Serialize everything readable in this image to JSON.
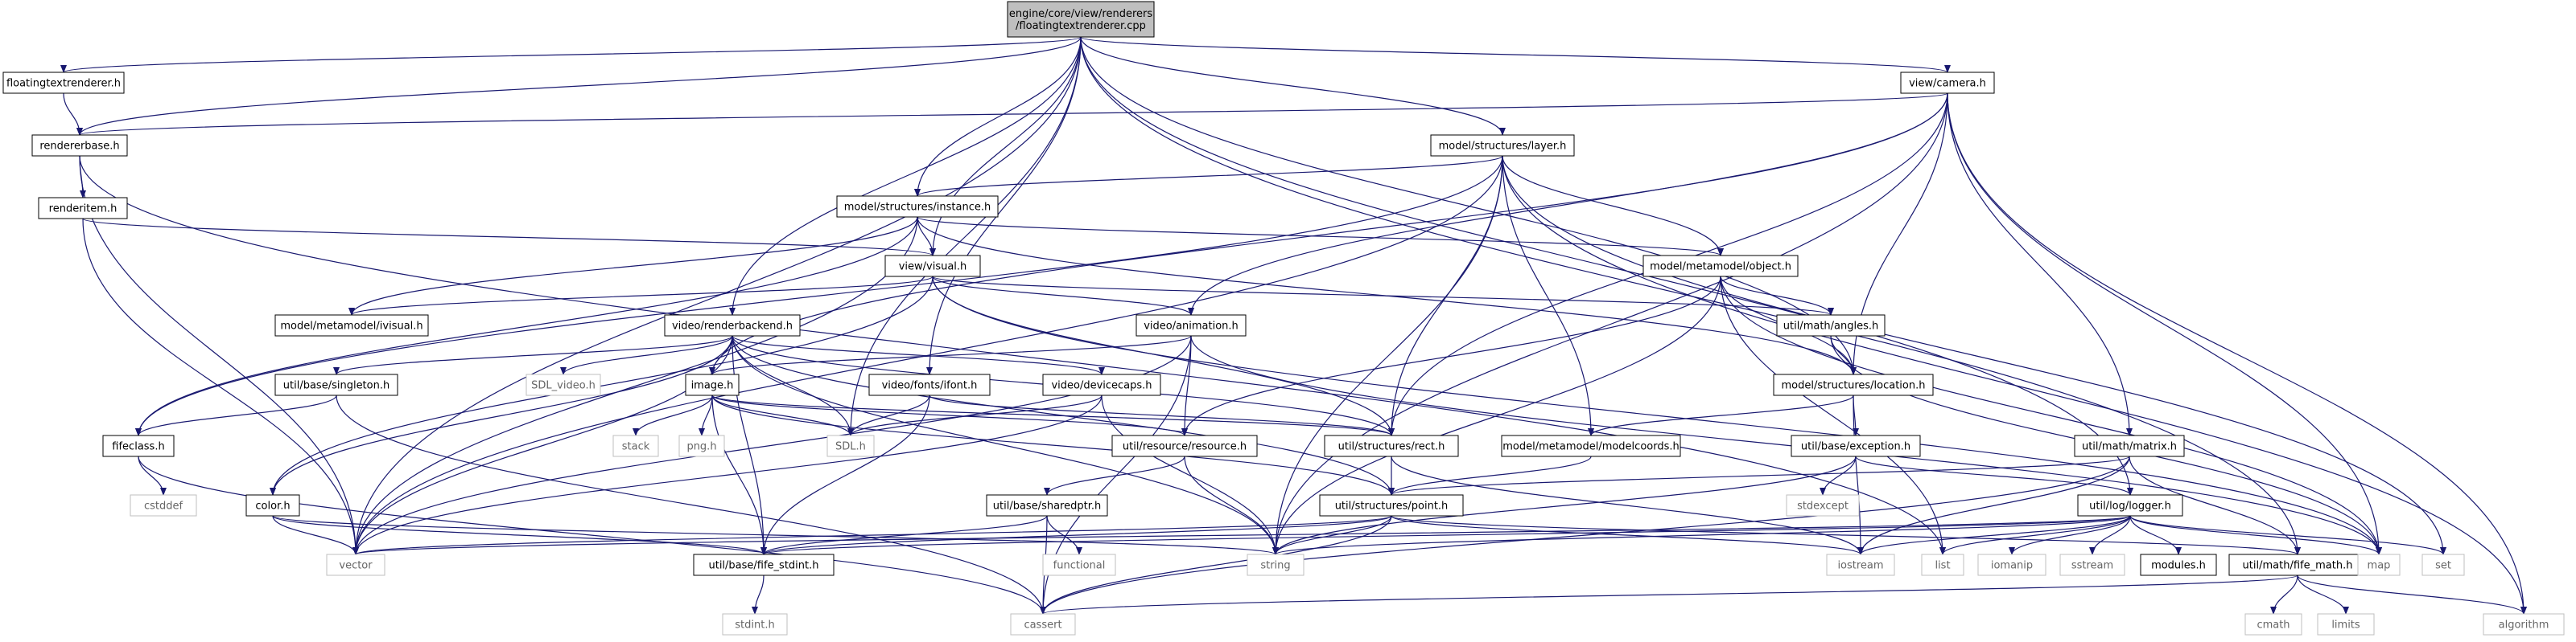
{
  "colors": {
    "root_fill": "#bfbfbf",
    "node_fill": "#ffffff",
    "node_stroke": "#000000",
    "external_stroke": "#bfbfbf",
    "external_text": "#666666",
    "edge": "#191970"
  },
  "nodes": [
    {
      "id": "root",
      "lines": [
        "engine/core/view/renderers",
        "/floatingtextrenderer.cpp"
      ],
      "kind": "root"
    },
    {
      "id": "floatingtextrenderer_h",
      "lines": [
        "floatingtextrenderer.h"
      ],
      "kind": "local"
    },
    {
      "id": "rendererbase_h",
      "lines": [
        "rendererbase.h"
      ],
      "kind": "local"
    },
    {
      "id": "renderitem_h",
      "lines": [
        "renderitem.h"
      ],
      "kind": "local"
    },
    {
      "id": "instance_h",
      "lines": [
        "model/structures/instance.h"
      ],
      "kind": "local"
    },
    {
      "id": "visual_h",
      "lines": [
        "view/visual.h"
      ],
      "kind": "local"
    },
    {
      "id": "ivisual_h",
      "lines": [
        "model/metamodel/ivisual.h"
      ],
      "kind": "local"
    },
    {
      "id": "renderbackend_h",
      "lines": [
        "video/renderbackend.h"
      ],
      "kind": "local"
    },
    {
      "id": "camera_h",
      "lines": [
        "view/camera.h"
      ],
      "kind": "local"
    },
    {
      "id": "layer_h",
      "lines": [
        "model/structures/layer.h"
      ],
      "kind": "local"
    },
    {
      "id": "object_h",
      "lines": [
        "model/metamodel/object.h"
      ],
      "kind": "local"
    },
    {
      "id": "animation_h",
      "lines": [
        "video/animation.h"
      ],
      "kind": "local"
    },
    {
      "id": "angles_h",
      "lines": [
        "util/math/angles.h"
      ],
      "kind": "local"
    },
    {
      "id": "location_h",
      "lines": [
        "model/structures/location.h"
      ],
      "kind": "local"
    },
    {
      "id": "singleton_h",
      "lines": [
        "util/base/singleton.h"
      ],
      "kind": "local"
    },
    {
      "id": "sdl_video_h",
      "lines": [
        "SDL_video.h"
      ],
      "kind": "external"
    },
    {
      "id": "image_h",
      "lines": [
        "image.h"
      ],
      "kind": "local"
    },
    {
      "id": "ifont_h",
      "lines": [
        "video/fonts/ifont.h"
      ],
      "kind": "local"
    },
    {
      "id": "devicecaps_h",
      "lines": [
        "video/devicecaps.h"
      ],
      "kind": "local"
    },
    {
      "id": "fifeclass_h",
      "lines": [
        "fifeclass.h"
      ],
      "kind": "local"
    },
    {
      "id": "stack",
      "lines": [
        "stack"
      ],
      "kind": "external"
    },
    {
      "id": "png_h",
      "lines": [
        "png.h"
      ],
      "kind": "external"
    },
    {
      "id": "sdl_h",
      "lines": [
        "SDL.h"
      ],
      "kind": "external"
    },
    {
      "id": "resource_h",
      "lines": [
        "util/resource/resource.h"
      ],
      "kind": "local"
    },
    {
      "id": "rect_h",
      "lines": [
        "util/structures/rect.h"
      ],
      "kind": "local"
    },
    {
      "id": "modelcoords_h",
      "lines": [
        "model/metamodel/modelcoords.h"
      ],
      "kind": "local"
    },
    {
      "id": "exception_h",
      "lines": [
        "util/base/exception.h"
      ],
      "kind": "local"
    },
    {
      "id": "matrix_h",
      "lines": [
        "util/math/matrix.h"
      ],
      "kind": "local"
    },
    {
      "id": "cstddef",
      "lines": [
        "cstddef"
      ],
      "kind": "external"
    },
    {
      "id": "color_h",
      "lines": [
        "color.h"
      ],
      "kind": "local"
    },
    {
      "id": "sharedptr_h",
      "lines": [
        "util/base/sharedptr.h"
      ],
      "kind": "local"
    },
    {
      "id": "point_h",
      "lines": [
        "util/structures/point.h"
      ],
      "kind": "local"
    },
    {
      "id": "stdexcept",
      "lines": [
        "stdexcept"
      ],
      "kind": "external"
    },
    {
      "id": "logger_h",
      "lines": [
        "util/log/logger.h"
      ],
      "kind": "local"
    },
    {
      "id": "vector",
      "lines": [
        "vector"
      ],
      "kind": "external"
    },
    {
      "id": "fife_stdint_h",
      "lines": [
        "util/base/fife_stdint.h"
      ],
      "kind": "local"
    },
    {
      "id": "functional",
      "lines": [
        "functional"
      ],
      "kind": "external"
    },
    {
      "id": "string",
      "lines": [
        "string"
      ],
      "kind": "external"
    },
    {
      "id": "iostream",
      "lines": [
        "iostream"
      ],
      "kind": "external"
    },
    {
      "id": "list",
      "lines": [
        "list"
      ],
      "kind": "external"
    },
    {
      "id": "iomanip",
      "lines": [
        "iomanip"
      ],
      "kind": "external"
    },
    {
      "id": "sstream",
      "lines": [
        "sstream"
      ],
      "kind": "external"
    },
    {
      "id": "modules_h",
      "lines": [
        "modules.h"
      ],
      "kind": "local"
    },
    {
      "id": "fife_math_h",
      "lines": [
        "util/math/fife_math.h"
      ],
      "kind": "local"
    },
    {
      "id": "map",
      "lines": [
        "map"
      ],
      "kind": "external"
    },
    {
      "id": "set",
      "lines": [
        "set"
      ],
      "kind": "external"
    },
    {
      "id": "stdint_h",
      "lines": [
        "stdint.h"
      ],
      "kind": "external"
    },
    {
      "id": "cassert",
      "lines": [
        "cassert"
      ],
      "kind": "external"
    },
    {
      "id": "cmath",
      "lines": [
        "cmath"
      ],
      "kind": "external"
    },
    {
      "id": "limits",
      "lines": [
        "limits"
      ],
      "kind": "external"
    },
    {
      "id": "algorithm",
      "lines": [
        "algorithm"
      ],
      "kind": "external"
    }
  ],
  "edges": [
    [
      "root",
      "floatingtextrenderer_h"
    ],
    [
      "root",
      "rendererbase_h"
    ],
    [
      "root",
      "camera_h"
    ],
    [
      "root",
      "layer_h"
    ],
    [
      "root",
      "instance_h"
    ],
    [
      "root",
      "visual_h"
    ],
    [
      "root",
      "renderbackend_h"
    ],
    [
      "root",
      "ifont_h"
    ],
    [
      "root",
      "location_h"
    ],
    [
      "root",
      "logger_h"
    ],
    [
      "root",
      "fife_math_h"
    ],
    [
      "root",
      "vector"
    ],
    [
      "root",
      "sdl_h"
    ],
    [
      "floatingtextrenderer_h",
      "rendererbase_h"
    ],
    [
      "rendererbase_h",
      "renderitem_h"
    ],
    [
      "rendererbase_h",
      "list"
    ],
    [
      "rendererbase_h",
      "vector"
    ],
    [
      "renderitem_h",
      "visual_h"
    ],
    [
      "renderitem_h",
      "vector"
    ],
    [
      "camera_h",
      "rendererbase_h"
    ],
    [
      "camera_h",
      "rect_h"
    ],
    [
      "camera_h",
      "location_h"
    ],
    [
      "camera_h",
      "animation_h"
    ],
    [
      "camera_h",
      "matrix_h"
    ],
    [
      "camera_h",
      "string"
    ],
    [
      "camera_h",
      "map"
    ],
    [
      "camera_h",
      "algorithm"
    ],
    [
      "camera_h",
      "image_h"
    ],
    [
      "layer_h",
      "instance_h"
    ],
    [
      "layer_h",
      "object_h"
    ],
    [
      "layer_h",
      "modelcoords_h"
    ],
    [
      "layer_h",
      "rect_h"
    ],
    [
      "layer_h",
      "string"
    ],
    [
      "layer_h",
      "vector"
    ],
    [
      "layer_h",
      "set"
    ],
    [
      "layer_h",
      "algorithm"
    ],
    [
      "layer_h",
      "fifeclass_h"
    ],
    [
      "instance_h",
      "visual_h"
    ],
    [
      "instance_h",
      "object_h"
    ],
    [
      "instance_h",
      "location_h"
    ],
    [
      "instance_h",
      "ivisual_h"
    ],
    [
      "instance_h",
      "fifeclass_h"
    ],
    [
      "instance_h",
      "vector"
    ],
    [
      "visual_h",
      "ivisual_h"
    ],
    [
      "visual_h",
      "animation_h"
    ],
    [
      "visual_h",
      "angles_h"
    ],
    [
      "visual_h",
      "rect_h"
    ],
    [
      "visual_h",
      "color_h"
    ],
    [
      "visual_h",
      "map"
    ],
    [
      "object_h",
      "angles_h"
    ],
    [
      "object_h",
      "location_h"
    ],
    [
      "object_h",
      "resource_h"
    ],
    [
      "object_h",
      "list"
    ],
    [
      "object_h",
      "map"
    ],
    [
      "object_h",
      "string"
    ],
    [
      "animation_h",
      "image_h"
    ],
    [
      "animation_h",
      "resource_h"
    ],
    [
      "animation_h",
      "vector"
    ],
    [
      "animation_h",
      "map"
    ],
    [
      "animation_h",
      "cassert"
    ],
    [
      "angles_h",
      "location_h"
    ],
    [
      "angles_h",
      "map"
    ],
    [
      "location_h",
      "modelcoords_h"
    ],
    [
      "location_h",
      "exception_h"
    ],
    [
      "location_h",
      "iostream"
    ],
    [
      "renderbackend_h",
      "singleton_h"
    ],
    [
      "renderbackend_h",
      "sdl_video_h"
    ],
    [
      "renderbackend_h",
      "image_h"
    ],
    [
      "renderbackend_h",
      "devicecaps_h"
    ],
    [
      "renderbackend_h",
      "sdl_h"
    ],
    [
      "renderbackend_h",
      "rect_h"
    ],
    [
      "renderbackend_h",
      "point_h"
    ],
    [
      "renderbackend_h",
      "fife_stdint_h"
    ],
    [
      "renderbackend_h",
      "color_h"
    ],
    [
      "renderbackend_h",
      "vector"
    ],
    [
      "renderbackend_h",
      "string"
    ],
    [
      "singleton_h",
      "fifeclass_h"
    ],
    [
      "singleton_h",
      "cassert"
    ],
    [
      "image_h",
      "stack"
    ],
    [
      "image_h",
      "png_h"
    ],
    [
      "image_h",
      "sdl_h"
    ],
    [
      "image_h",
      "resource_h"
    ],
    [
      "image_h",
      "rect_h"
    ],
    [
      "image_h",
      "point_h"
    ],
    [
      "image_h",
      "fife_stdint_h"
    ],
    [
      "ifont_h",
      "sdl_h"
    ],
    [
      "ifont_h",
      "rect_h"
    ],
    [
      "ifont_h",
      "fife_stdint_h"
    ],
    [
      "devicecaps_h",
      "vector"
    ],
    [
      "devicecaps_h",
      "string"
    ],
    [
      "devicecaps_h",
      "sdl_h"
    ],
    [
      "fifeclass_h",
      "cstddef"
    ],
    [
      "fifeclass_h",
      "cassert"
    ],
    [
      "resource_h",
      "sharedptr_h"
    ],
    [
      "resource_h",
      "string"
    ],
    [
      "rect_h",
      "point_h"
    ],
    [
      "rect_h",
      "iostream"
    ],
    [
      "modelcoords_h",
      "point_h"
    ],
    [
      "exception_h",
      "stdexcept"
    ],
    [
      "exception_h",
      "string"
    ],
    [
      "exception_h",
      "logger_h"
    ],
    [
      "matrix_h",
      "point_h"
    ],
    [
      "matrix_h",
      "fife_math_h"
    ],
    [
      "matrix_h",
      "cassert"
    ],
    [
      "matrix_h",
      "iostream"
    ],
    [
      "color_h",
      "vector"
    ],
    [
      "color_h",
      "fife_stdint_h"
    ],
    [
      "color_h",
      "string"
    ],
    [
      "sharedptr_h",
      "functional"
    ],
    [
      "sharedptr_h",
      "cassert"
    ],
    [
      "sharedptr_h",
      "fife_stdint_h"
    ],
    [
      "point_h",
      "fife_stdint_h"
    ],
    [
      "point_h",
      "fife_math_h"
    ],
    [
      "point_h",
      "cassert"
    ],
    [
      "point_h",
      "iostream"
    ],
    [
      "point_h",
      "vector"
    ],
    [
      "point_h",
      "string"
    ],
    [
      "logger_h",
      "iomanip"
    ],
    [
      "logger_h",
      "sstream"
    ],
    [
      "logger_h",
      "list"
    ],
    [
      "logger_h",
      "map"
    ],
    [
      "logger_h",
      "set"
    ],
    [
      "logger_h",
      "string"
    ],
    [
      "logger_h",
      "vector"
    ],
    [
      "logger_h",
      "modules_h"
    ],
    [
      "logger_h",
      "fife_stdint_h"
    ],
    [
      "logger_h",
      "iostream"
    ],
    [
      "fife_stdint_h",
      "stdint_h"
    ],
    [
      "fife_math_h",
      "cassert"
    ],
    [
      "fife_math_h",
      "cmath"
    ],
    [
      "fife_math_h",
      "limits"
    ],
    [
      "fife_math_h",
      "algorithm"
    ]
  ]
}
